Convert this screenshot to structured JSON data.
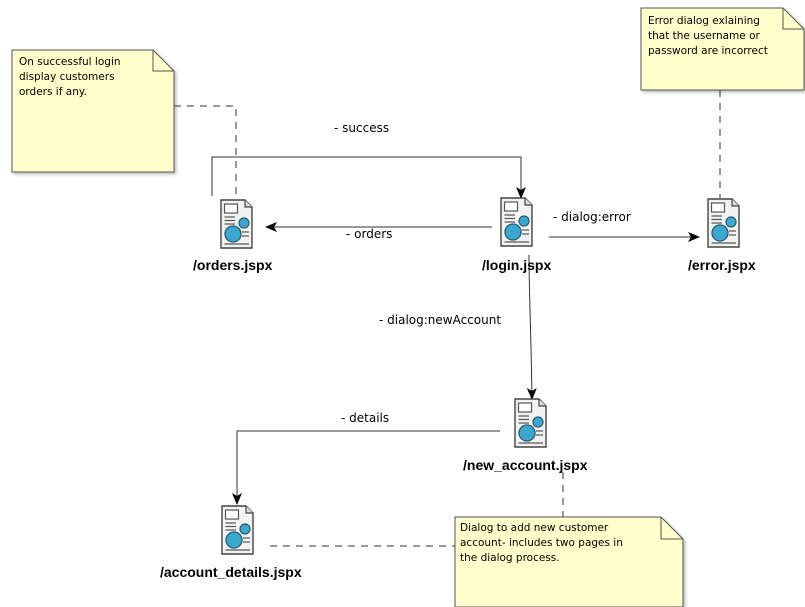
{
  "nodes": {
    "orders": "/orders.jspx",
    "login": "/login.jspx",
    "error": "/error.jspx",
    "new_account": "/new_account.jspx",
    "account_details": "/account_details.jspx"
  },
  "edges": {
    "success": "- success",
    "orders": "- orders",
    "dialog_error": "- dialog:error",
    "dialog_new_account": "- dialog:newAccount",
    "details": "- details"
  },
  "notes": {
    "login_note": [
      "On successful login",
      "display customers",
      "orders if any."
    ],
    "error_note": [
      "Error dialog exlaining",
      "that the username or",
      "password are incorrect"
    ],
    "dialog_note": [
      "Dialog to add new customer",
      "account- includes two pages in",
      "the dialog process."
    ]
  },
  "colors": {
    "note_fill": "#ffffcc",
    "page_icon_blue": "#3aa8cf",
    "line": "#333333"
  },
  "icons": [
    "page-icon"
  ]
}
